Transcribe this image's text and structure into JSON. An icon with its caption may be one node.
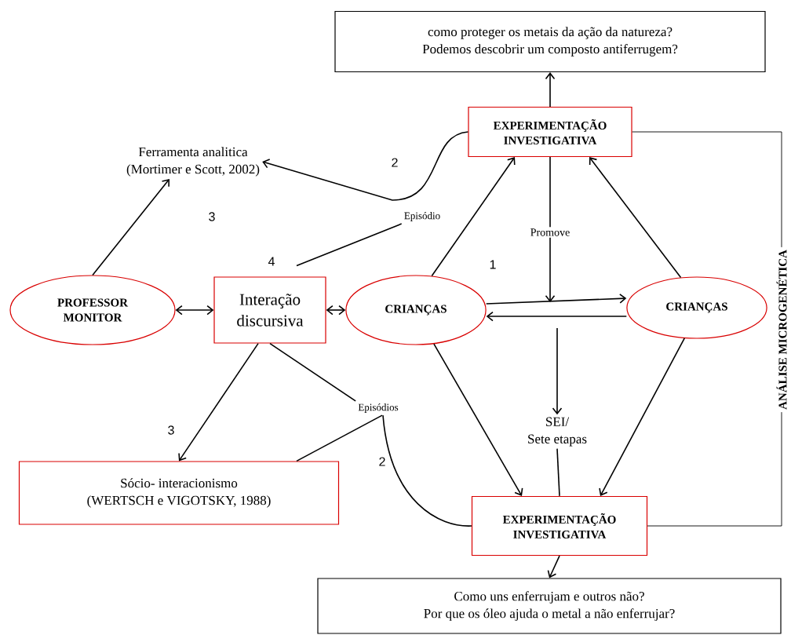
{
  "diagram": {
    "nodes": [
      {
        "text": [
          "como proteger os metais da ação da natureza?",
          "Podemos descobrir um composto antiferrugem?"
        ]
      },
      {
        "text": [
          "EXPERIMENTAÇÃO INVESTIGATIVA"
        ]
      },
      {
        "text": [
          "Ferramenta analitica",
          "(Mortimer e Scott, 2002)"
        ]
      },
      {
        "text": [
          "PROFESSOR MONITOR"
        ]
      },
      {
        "text": [
          "Interação discursiva"
        ]
      },
      {
        "text": [
          "CRIANÇAS"
        ]
      },
      {
        "text": [
          "CRIANÇAS"
        ]
      },
      {
        "text": [
          "Episódio"
        ]
      },
      {
        "text": [
          "Episódios"
        ]
      },
      {
        "text": [
          "SEI/",
          "Sete etapas"
        ]
      },
      {
        "text": [
          "Sócio- interacionismo",
          "(WERTSCH e VIGOTSKY, 1988)"
        ]
      },
      {
        "text": [
          "EXPERIMENTAÇÃO INVESTIGATIVA"
        ]
      },
      {
        "text": [
          "Como uns enferrujam e outros não?",
          "Por que os óleo ajuda o metal a não enferrujar?"
        ]
      },
      {
        "text": [
          "ANÁLISE MICROGENÉTICA"
        ]
      }
    ],
    "edges": [
      {
        "from": 1,
        "to": 0,
        "arrow": "to"
      },
      {
        "from": 1,
        "to": 2,
        "arrow": "to",
        "label": "2"
      },
      {
        "from": 3,
        "to": 2,
        "arrow": "to",
        "label": "3"
      },
      {
        "from": 4,
        "to": 7,
        "arrow": "none",
        "label": "4"
      },
      {
        "from": 3,
        "to": 4,
        "arrow": "both"
      },
      {
        "from": 4,
        "to": 5,
        "arrow": "both"
      },
      {
        "from": 5,
        "to": 1,
        "arrow": "to",
        "label": "1"
      },
      {
        "from": 6,
        "to": 1,
        "arrow": "to"
      },
      {
        "from": 1,
        "to": null,
        "arrow": "to",
        "label": "Promove"
      },
      {
        "from": 5,
        "to": 6,
        "arrow": "to"
      },
      {
        "from": 6,
        "to": 5,
        "arrow": "to"
      },
      {
        "from": null,
        "to": 9,
        "arrow": "to"
      },
      {
        "from": 9,
        "to": 11,
        "arrow": "none"
      },
      {
        "from": 4,
        "to": 8,
        "arrow": "none"
      },
      {
        "from": 8,
        "to": 10,
        "arrow": "none"
      },
      {
        "from": 8,
        "to": 11,
        "arrow": "none",
        "label": "2"
      },
      {
        "from": 4,
        "to": 10,
        "arrow": "to",
        "label": "3"
      },
      {
        "from": 5,
        "to": 11,
        "arrow": "to"
      },
      {
        "from": 6,
        "to": 11,
        "arrow": "to"
      },
      {
        "from": 1,
        "to": 13,
        "arrow": "none"
      },
      {
        "from": 11,
        "to": 13,
        "arrow": "none"
      },
      {
        "from": 11,
        "to": 12,
        "arrow": "to"
      }
    ]
  }
}
